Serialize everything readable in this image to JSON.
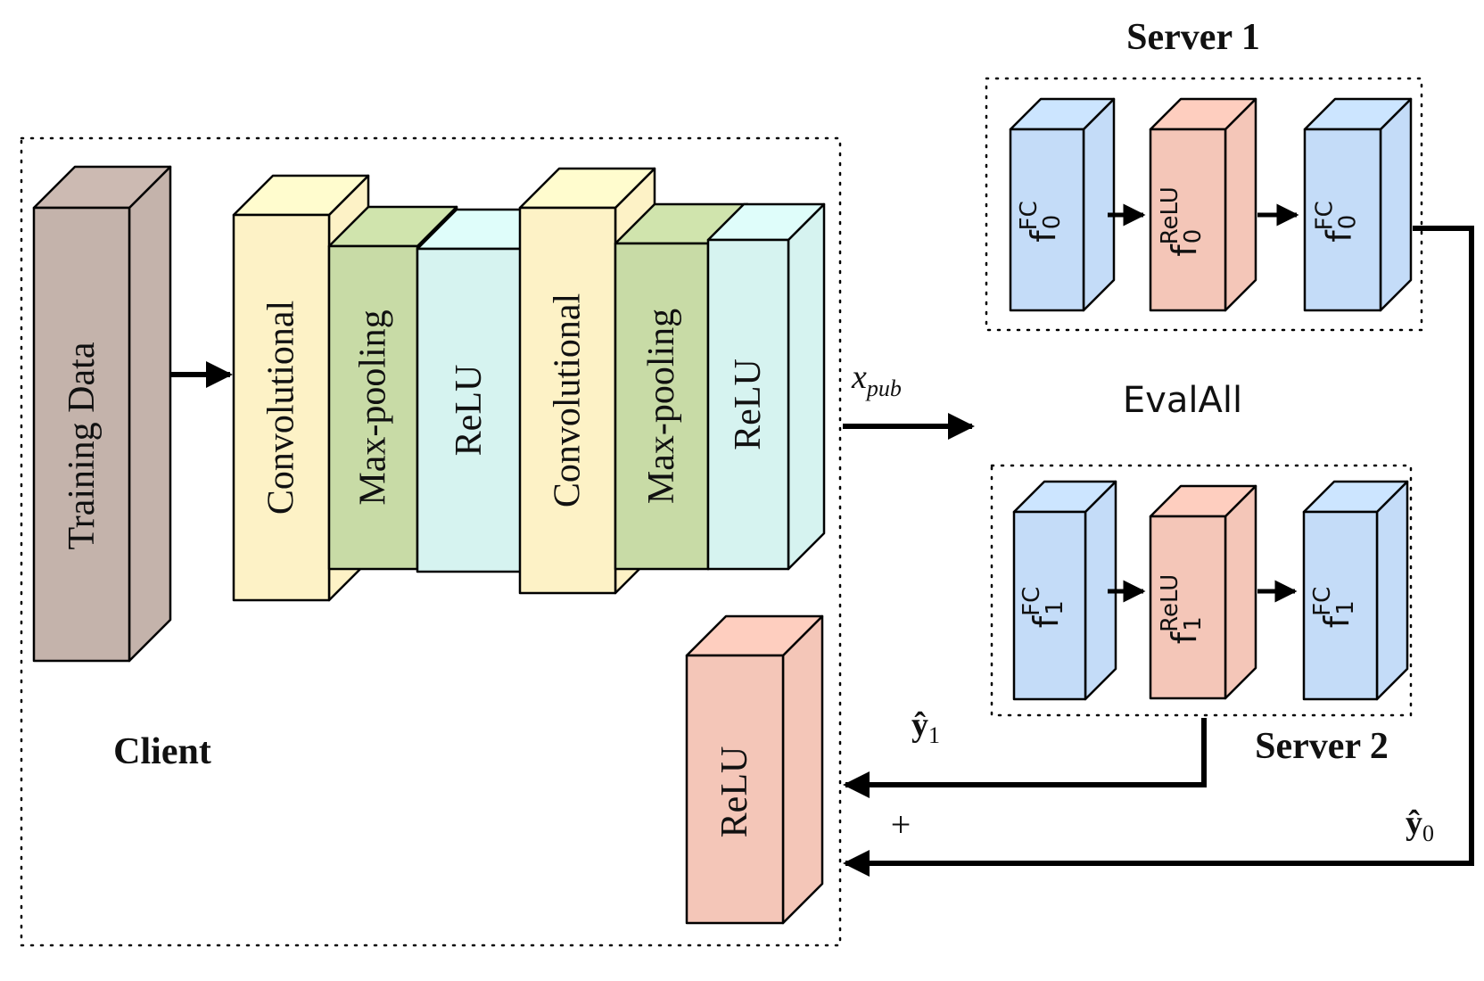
{
  "client": {
    "title": "Client",
    "training_data": "Training Data",
    "stack": [
      "Convolutional",
      "Max-pooling",
      "ReLU",
      "Convolutional",
      "Max-pooling",
      "ReLU"
    ],
    "output_relu": "ReLU"
  },
  "channel": {
    "x_pub_base": "x",
    "x_pub_sub": "pub",
    "evalall": "EvalAll"
  },
  "server1": {
    "title": "Server 1",
    "layers": [
      {
        "base": "f",
        "sup": "FC",
        "sub": "0"
      },
      {
        "base": "f",
        "sup": "ReLU",
        "sub": "0"
      },
      {
        "base": "f",
        "sup": "FC",
        "sub": "0"
      }
    ]
  },
  "server2": {
    "title": "Server 2",
    "layers": [
      {
        "base": "f",
        "sup": "FC",
        "sub": "1"
      },
      {
        "base": "f",
        "sup": "ReLU",
        "sub": "1"
      },
      {
        "base": "f",
        "sup": "FC",
        "sub": "1"
      }
    ]
  },
  "outputs": {
    "y1_base": "ŷ",
    "y1_sub": "1",
    "y0_base": "ŷ",
    "y0_sub": "0",
    "plus": "+"
  },
  "colors": {
    "training": "#c4b3ab",
    "conv": "#fdf2c6",
    "maxpool": "#c8dba6",
    "relu_cyan": "#d6f3f0",
    "relu_pink": "#f4c6b8",
    "fc_blue": "#c4dcf8"
  }
}
